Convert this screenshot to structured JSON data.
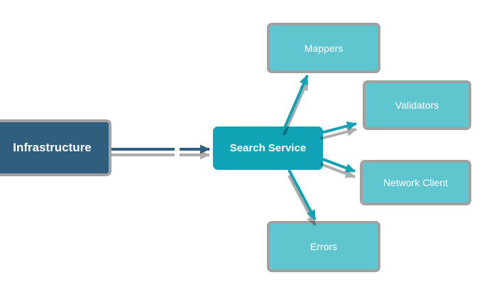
{
  "diagram": {
    "nodes": {
      "infrastructure": {
        "label": "Infrastructure"
      },
      "search_service": {
        "label": "Search Service"
      },
      "mappers": {
        "label": "Mappers"
      },
      "validators": {
        "label": "Validators"
      },
      "network_client": {
        "label": "Network Client"
      },
      "errors": {
        "label": "Errors"
      }
    },
    "edges": [
      {
        "from": "Infrastructure",
        "to": "Search Service"
      },
      {
        "from": "Search Service",
        "to": "Mappers"
      },
      {
        "from": "Search Service",
        "to": "Validators"
      },
      {
        "from": "Search Service",
        "to": "Network Client"
      },
      {
        "from": "Search Service",
        "to": "Errors"
      }
    ],
    "colors": {
      "infrastructure_fill": "#2f5e7e",
      "hub_fill": "#10a3b6",
      "node_fill": "#5fc5ce",
      "node_border": "#a1a1a1",
      "arrow_dark": "#2f5e7e",
      "arrow_teal": "#10a3b6",
      "label_text": "#ffffff",
      "canvas_background": "#ffffff"
    }
  }
}
